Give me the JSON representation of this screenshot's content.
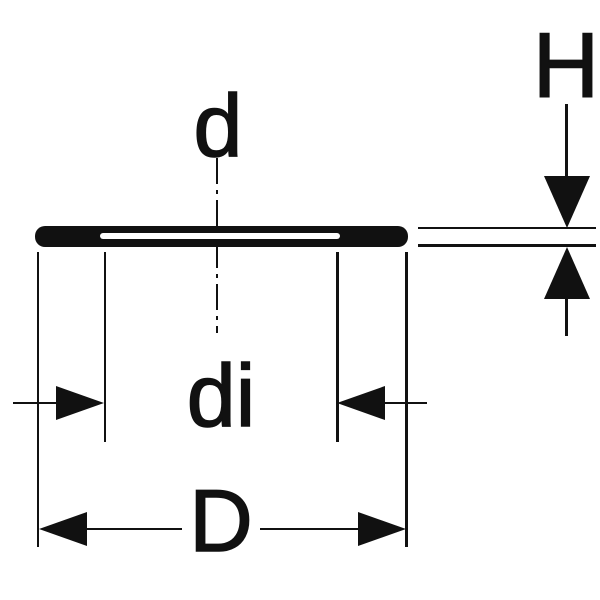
{
  "diagram": {
    "labels": {
      "pipe_diameter": "d",
      "inner_diameter": "di",
      "outer_diameter": "D",
      "height": "H"
    },
    "colors": {
      "ink": "#111111",
      "background": "#ffffff"
    }
  }
}
